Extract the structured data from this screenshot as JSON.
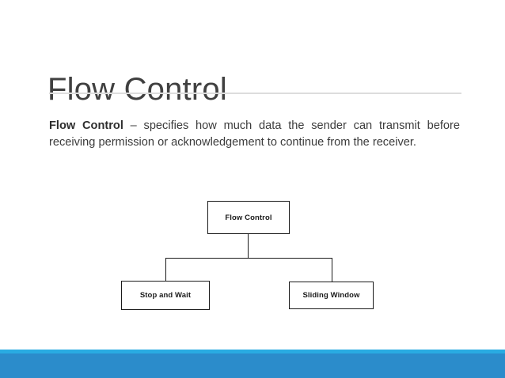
{
  "slide": {
    "title": "Flow Control",
    "body": {
      "lead": "Flow Control",
      "rest": " – specifies how much data the sender can transmit before receiving permission or acknowledgement to continue from the receiver."
    }
  },
  "diagram": {
    "type": "tree",
    "root": {
      "label": "Flow Control"
    },
    "children": [
      {
        "label": "Stop and Wait"
      },
      {
        "label": "Sliding Window"
      }
    ]
  },
  "colors": {
    "title": "#404040",
    "rule": "#dcdcdc",
    "body_text": "#3b3b3b",
    "node_border": "#1a1a1a",
    "footer_accent": "#29abe2",
    "footer_bar": "#2b8ccb",
    "background": "#ffffff"
  }
}
